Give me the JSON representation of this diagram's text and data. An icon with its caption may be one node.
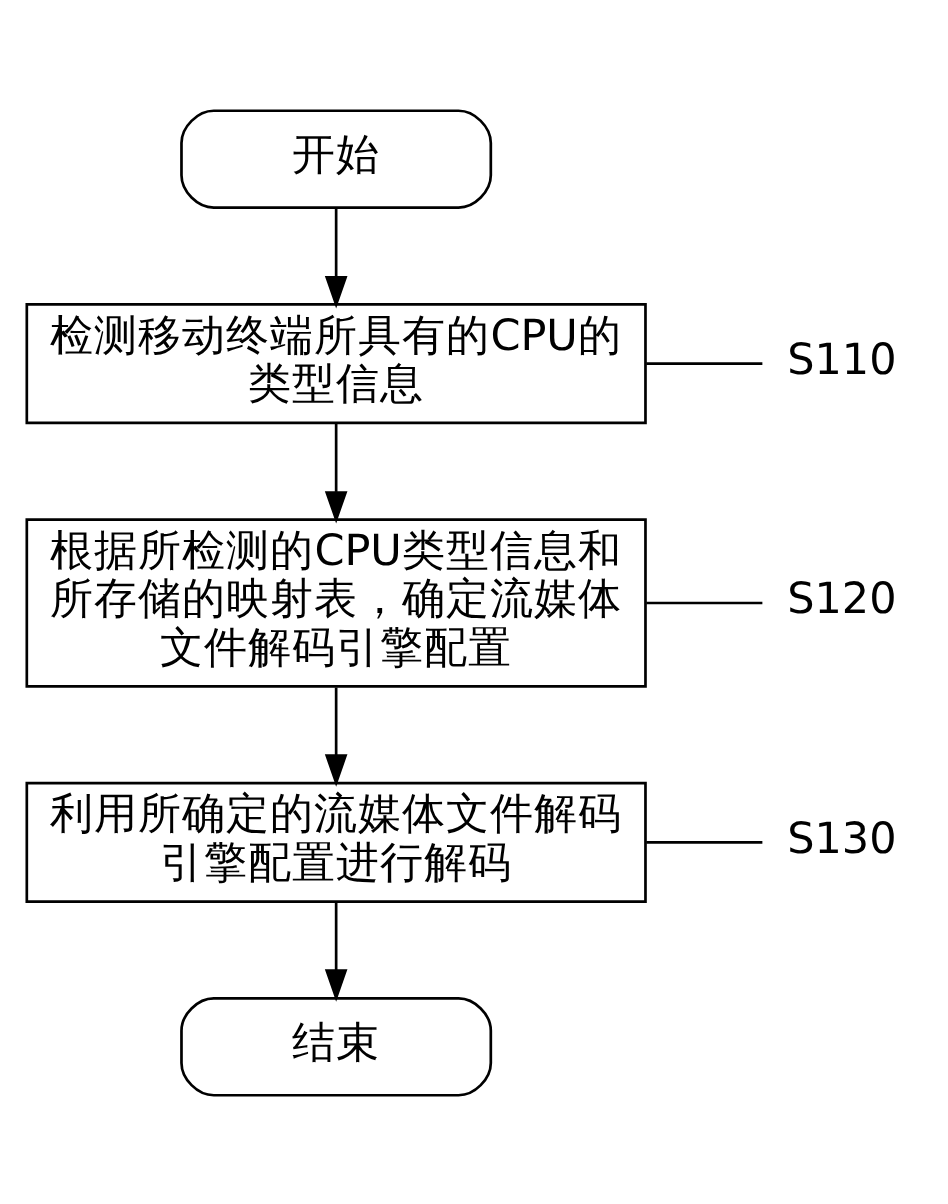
{
  "diagram": {
    "nodes": [
      {
        "text": [
          "开始"
        ]
      },
      {
        "text": [
          "检测移动终端所具有的CPU的类型信息"
        ]
      },
      {
        "text": [
          "根据所检测的CPU类型信息和所存储的映射表，确定流媒体文件解码引擎配置"
        ]
      },
      {
        "text": [
          "利用所确定的流媒体文件解码引擎配置进行解码"
        ]
      },
      {
        "text": [
          "结束"
        ]
      },
      {
        "text": [
          "S110"
        ]
      },
      {
        "text": [
          "S120"
        ]
      },
      {
        "text": [
          "S130"
        ]
      }
    ],
    "edges": [
      {
        "from": 0,
        "to": 1,
        "arrow": "to"
      },
      {
        "from": 1,
        "to": 2,
        "arrow": "to"
      },
      {
        "from": 2,
        "to": 3,
        "arrow": "to"
      },
      {
        "from": 3,
        "to": 4,
        "arrow": "to"
      },
      {
        "from": 5,
        "to": 1,
        "arrow": "none"
      },
      {
        "from": 6,
        "to": 2,
        "arrow": "none"
      },
      {
        "from": 7,
        "to": 3,
        "arrow": "none"
      }
    ]
  }
}
